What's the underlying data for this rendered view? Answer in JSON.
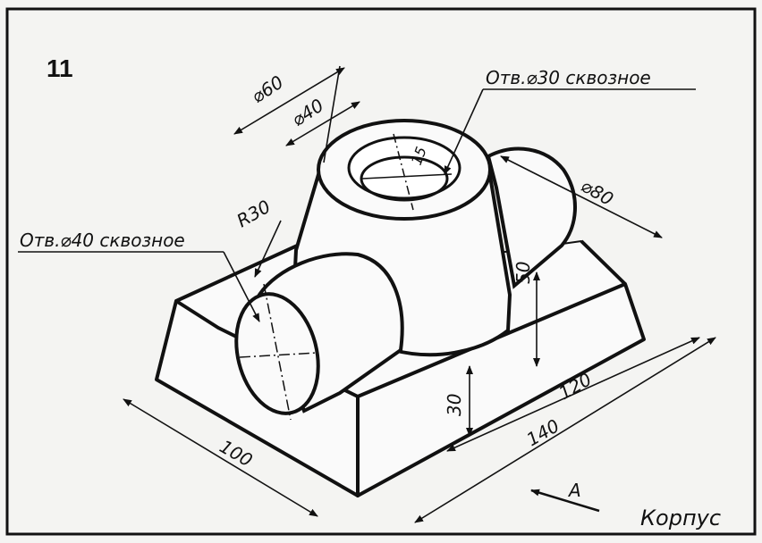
{
  "figure": {
    "number": "11",
    "part_name": "Корпус",
    "view_label": "A"
  },
  "dimensions": {
    "d_top_outer": "⌀60",
    "d_top_inner": "⌀40",
    "depth_15": "15",
    "d_side_boss": "⌀80",
    "radius_front": "R30",
    "h_boss": "50",
    "h_base": "30",
    "base_top_len": "120",
    "base_bottom_len": "140",
    "base_width": "100"
  },
  "callouts": {
    "hole_vertical": "Отв.⌀30 сквозное",
    "hole_horizontal": "Отв.⌀40 сквозное"
  }
}
